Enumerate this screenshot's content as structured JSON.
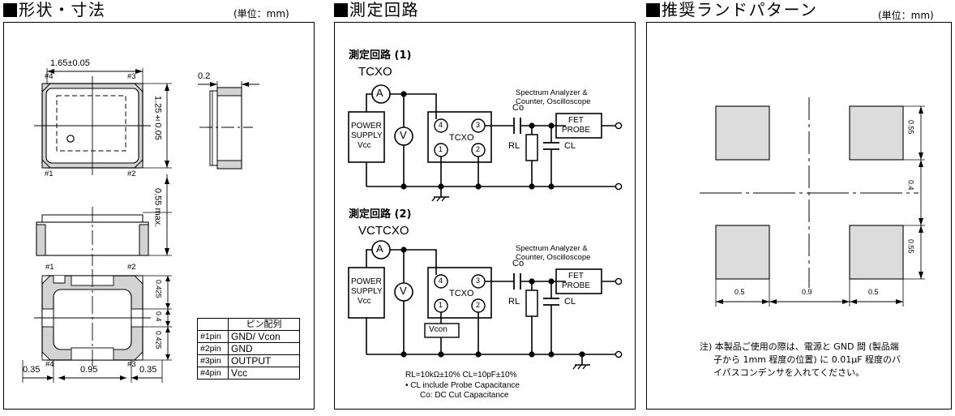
{
  "panels": {
    "dimensions": {
      "title": "形状・寸法",
      "unit": "(単位：mm)",
      "top_view": {
        "width_dim": "1.65±0.05",
        "height_dim": "1.25±0.05",
        "pin_tl": "#4",
        "pin_tr": "#3",
        "pin_bl": "#1",
        "pin_br": "#2"
      },
      "side_view": {
        "thickness_dim": "0.2"
      },
      "front_view": {
        "height_dim": "0.55 max."
      },
      "bottom_view": {
        "pin_tl": "#1",
        "pin_tr": "#2",
        "pin_bl": "#4",
        "pin_br": "#3",
        "v_top": "0.425",
        "v_mid": "0.4",
        "v_bot": "0.425",
        "h_left": "0.35",
        "h_center": "0.95",
        "h_right": "0.35"
      },
      "pin_table": {
        "header_blank": "",
        "header_label": "ピン配列",
        "rows": [
          {
            "pin": "#1pin",
            "func": "GND/ Vcon"
          },
          {
            "pin": "#2pin",
            "func": "GND"
          },
          {
            "pin": "#3pin",
            "func": "OUTPUT"
          },
          {
            "pin": "#4pin",
            "func": "Vcc"
          }
        ]
      }
    },
    "circuit": {
      "title": "測定回路",
      "circuits": [
        {
          "caption": "測定回路 (1)",
          "subcaption": "TCXO",
          "ammeter": "A",
          "voltmeter": "V",
          "supply_lines": [
            "POWER",
            "SUPPLY",
            "Vcc"
          ],
          "dut_label": "TCXO",
          "dut_pins": [
            "4",
            "3",
            "1",
            "2"
          ],
          "cap_series": "Co",
          "resistor": "RL",
          "cap_load": "CL",
          "probe_lines": [
            "FET",
            "PROBE"
          ],
          "instrument_lines": [
            "Spectrum Analyzer &",
            "Counter, Oscilloscope"
          ],
          "vcon_box": ""
        },
        {
          "caption": "測定回路 (2)",
          "subcaption": "VCTCXO",
          "ammeter": "A",
          "voltmeter": "V",
          "supply_lines": [
            "POWER",
            "SUPPLY",
            "Vcc"
          ],
          "dut_label": "TCXO",
          "dut_pins": [
            "4",
            "3",
            "1",
            "2"
          ],
          "cap_series": "Co",
          "resistor": "RL",
          "cap_load": "CL",
          "probe_lines": [
            "FET",
            "PROBE"
          ],
          "instrument_lines": [
            "Spectrum Analyzer &",
            "Counter, Oscilloscope"
          ],
          "vcon_box": "Vcon"
        }
      ],
      "notes": [
        "RL=10kΩ±10%  CL=10pF±10%",
        "• CL include Probe Capacitance",
        "Co: DC  Cut Capacitance"
      ]
    },
    "land": {
      "title": "推奨ランドパターン",
      "unit": "(単位：mm)",
      "v_top": "0.55",
      "v_mid": "0.4",
      "v_bot": "0.55",
      "h_left": "0.5",
      "h_center": "0.9",
      "h_right": "0.5",
      "note_lines": [
        "注) 本製品ご使用の際は、電源と GND 間 (製品端",
        "子から 1mm 程度の位置) に 0.01μF 程度のバ",
        "イパスコンデンサを入れてください。"
      ]
    }
  },
  "colors": {
    "pad_gray": "#dcdcdc",
    "body_gray": "#d3d3d3",
    "line": "#000000"
  }
}
